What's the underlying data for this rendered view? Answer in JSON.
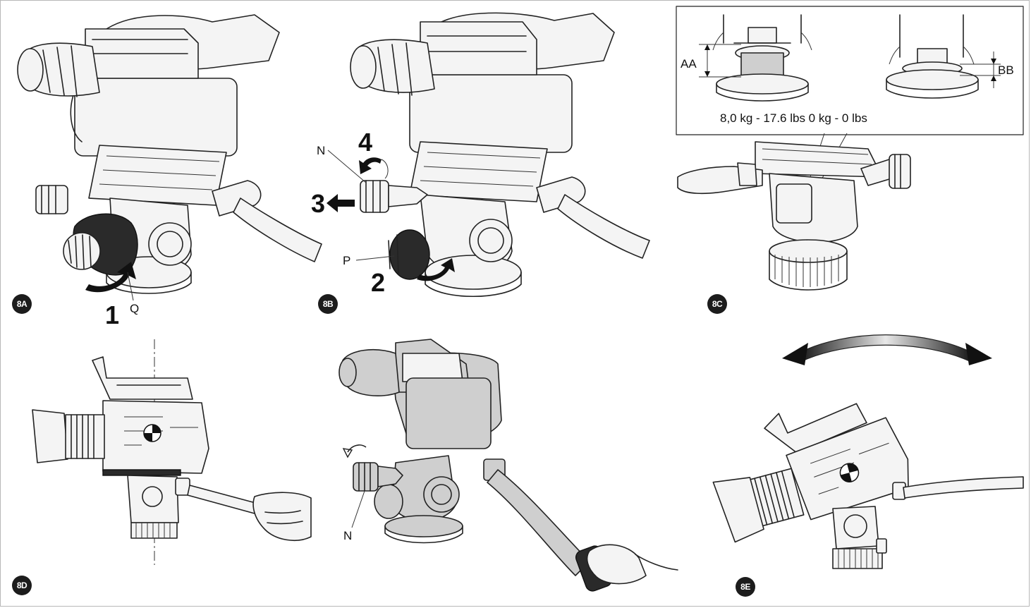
{
  "figures": [
    {
      "id": "8A",
      "badge": "8A",
      "labels": {
        "q": "Q"
      },
      "steps": {
        "one": "1"
      }
    },
    {
      "id": "8B",
      "badge": "8B",
      "labels": {
        "n": "N",
        "p": "P"
      },
      "steps": {
        "two": "2",
        "three": "3",
        "four": "4"
      }
    },
    {
      "id": "8C",
      "badge": "8C",
      "inset": {
        "aa": "AA",
        "bb": "BB",
        "caption": "8,0 kg - 17.6 lbs 0 kg - 0 lbs"
      }
    },
    {
      "id": "8D",
      "badge": "8D"
    },
    {
      "id": "8D-2",
      "labels": {
        "n": "N"
      }
    },
    {
      "id": "8E",
      "badge": "8E"
    }
  ],
  "colors": {
    "line": "#222222",
    "fill_light": "#f4f4f4",
    "fill_gray": "#cfcfcf",
    "fill_dark": "#2a2a2a",
    "badge": "#1c1c1c",
    "frame": "#b8b8b8"
  },
  "icons": [
    "rotation-arrow-icon",
    "direction-arrow-icon",
    "swing-arrow-icon",
    "balance-target-icon"
  ]
}
